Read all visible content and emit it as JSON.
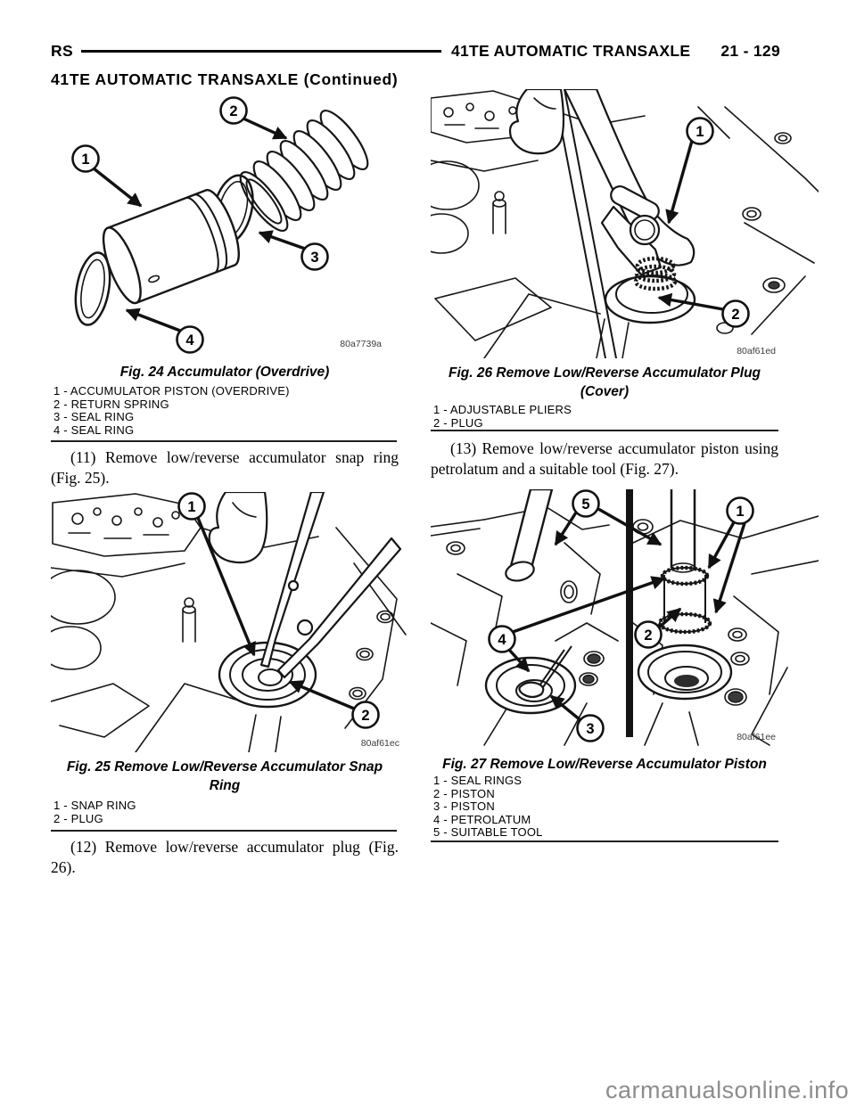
{
  "header": {
    "model_code": "RS",
    "section_title": "41TE AUTOMATIC TRANSAXLE",
    "page_number": "21 - 129",
    "continued_title": "41TE AUTOMATIC TRANSAXLE (Continued)"
  },
  "left_column": {
    "fig24": {
      "caption": "Fig. 24 Accumulator (Overdrive)",
      "image_code": "80a7739a",
      "callouts": [
        "1",
        "2",
        "3",
        "4"
      ],
      "legend": [
        "1 - ACCUMULATOR PISTON (OVERDRIVE)",
        "2 - RETURN SPRING",
        "3 - SEAL RING",
        "4 - SEAL RING"
      ]
    },
    "step11": "(11) Remove low/reverse accumulator snap ring (Fig. 25).",
    "fig25": {
      "caption": "Fig. 25 Remove Low/Reverse Accumulator Snap Ring",
      "image_code": "80af61ec",
      "callouts": [
        "1",
        "2"
      ],
      "legend": [
        "1 - SNAP RING",
        "2 - PLUG"
      ]
    },
    "step12": "(12) Remove low/reverse accumulator plug (Fig. 26)."
  },
  "right_column": {
    "fig26": {
      "caption": "Fig. 26 Remove Low/Reverse Accumulator Plug (Cover)",
      "image_code": "80af61ed",
      "callouts": [
        "1",
        "2"
      ],
      "legend": [
        "1 - ADJUSTABLE PLIERS",
        "2 - PLUG"
      ]
    },
    "step13": "(13) Remove low/reverse accumulator piston using petrolatum and a suitable tool (Fig. 27).",
    "fig27": {
      "caption": "Fig. 27 Remove Low/Reverse Accumulator Piston",
      "image_code": "80af61ee",
      "callouts": [
        "1",
        "2",
        "3",
        "4",
        "5"
      ],
      "legend": [
        "1 - SEAL RINGS",
        "2 - PISTON",
        "3 - PISTON",
        "4 - PETROLATUM",
        "5 - SUITABLE TOOL"
      ]
    }
  },
  "watermark": "carmanualsonline.info"
}
